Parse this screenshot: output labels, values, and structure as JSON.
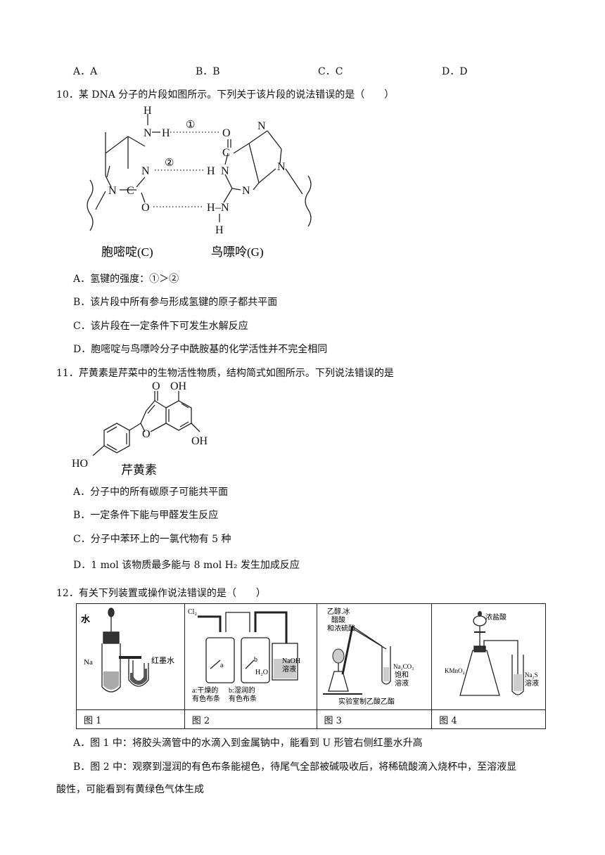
{
  "q9_options": [
    "A．A",
    "B．B",
    "C．C",
    "D．D"
  ],
  "q10": {
    "stem": "10．某 DNA 分子的片段如图所示。下列关于该片段的说法错误的是（　　）",
    "figure": {
      "bond1": "①",
      "bond2": "②",
      "left_name": "胞嘧啶(C)",
      "right_name": "鸟嘌呤(G)"
    },
    "options": [
      "A．氢键的强度：①＞②",
      "B．该片段中所有参与形成氢键的原子都共平面",
      "C．该片段在一定条件下可发生水解反应",
      "D．胞嘧啶与鸟嘌呤分子中酰胺基的化学活性并不完全相同"
    ]
  },
  "q11": {
    "stem": "11．芹黄素是芹菜中的生物活性物质，结构简式如图所示。下列说法错误的是",
    "figure": {
      "name": "芹黄素"
    },
    "options": [
      "A．分子中的所有碳原子可能共平面",
      "B．一定条件下能与甲醛发生反应",
      "C．分子中苯环上的一氯代物有 5 种",
      "D．1 mol 该物质最多能与 8 mol  H₂ 发生加成反应"
    ]
  },
  "q12": {
    "stem": "12．有关下列装置或操作说法错误的是（　　）",
    "figure_labels": {
      "fig1": {
        "water": "水",
        "na": "Na",
        "ink": "红墨水"
      },
      "fig2": {
        "cl2": "Cl₂",
        "a": "a",
        "b": "b",
        "h2o": "H₂O",
        "naoh1": "NaOH",
        "naoh2": "溶液",
        "cap_a1": "a:干燥的",
        "cap_a2": "有色布条",
        "cap_b1": "b:湿润的",
        "cap_b2": "有色布条"
      },
      "fig3": {
        "reag1": "乙醇.冰",
        "reag2": "醋酸",
        "reag3": "和浓硫酸",
        "sol1": "Na₂CO₃",
        "sol2": "饱和",
        "sol3": "溶液",
        "cap": "实验室制乙酸乙酯"
      },
      "fig4": {
        "acid": "浓盐酸",
        "kmno4": "KMnO₄",
        "na2s": "Na₂S",
        "sol": "溶液"
      }
    },
    "captions": [
      "图 1",
      "图 2",
      "图 3",
      "图 4"
    ],
    "options": [
      "A．图 1 中：将胶头滴管中的水滴入到金属钠中，能看到 U 形管右侧红墨水升高",
      "B．图 2 中：观察到湿润的有色布条能褪色，待尾气全部被碱吸收后，将稀硫酸滴入烧杯中，至溶液显",
      "酸性，可能看到有黄绿色气体生成"
    ]
  }
}
